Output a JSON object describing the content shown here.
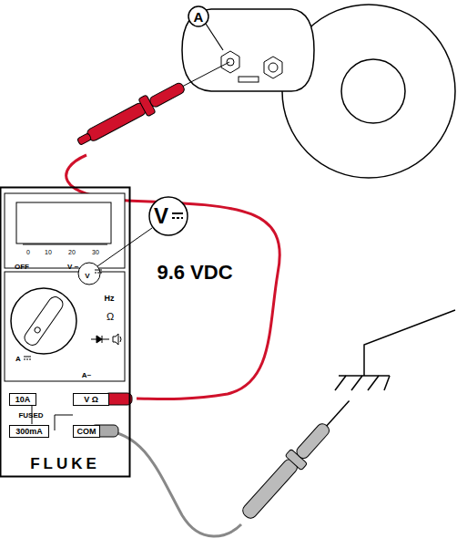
{
  "diagram": {
    "nodes": [
      {
        "text": [
          "A"
        ]
      },
      {
        "text": [
          "V"
        ]
      },
      {
        "text": [
          "FLUKE"
        ]
      },
      {
        "text": [
          "10A"
        ],
        "in": 2
      },
      {
        "text": [
          "300mA"
        ],
        "in": 2
      },
      {
        "text": [
          "V Ω"
        ],
        "in": 2
      },
      {
        "text": [
          "COM"
        ],
        "in": 2
      }
    ],
    "labels": [
      "0",
      "10",
      "20",
      "30",
      "OFF",
      "V ~",
      "V",
      "Hz",
      "Ω",
      "A",
      "A~",
      "FUSED",
      "9.6 VDC"
    ]
  }
}
